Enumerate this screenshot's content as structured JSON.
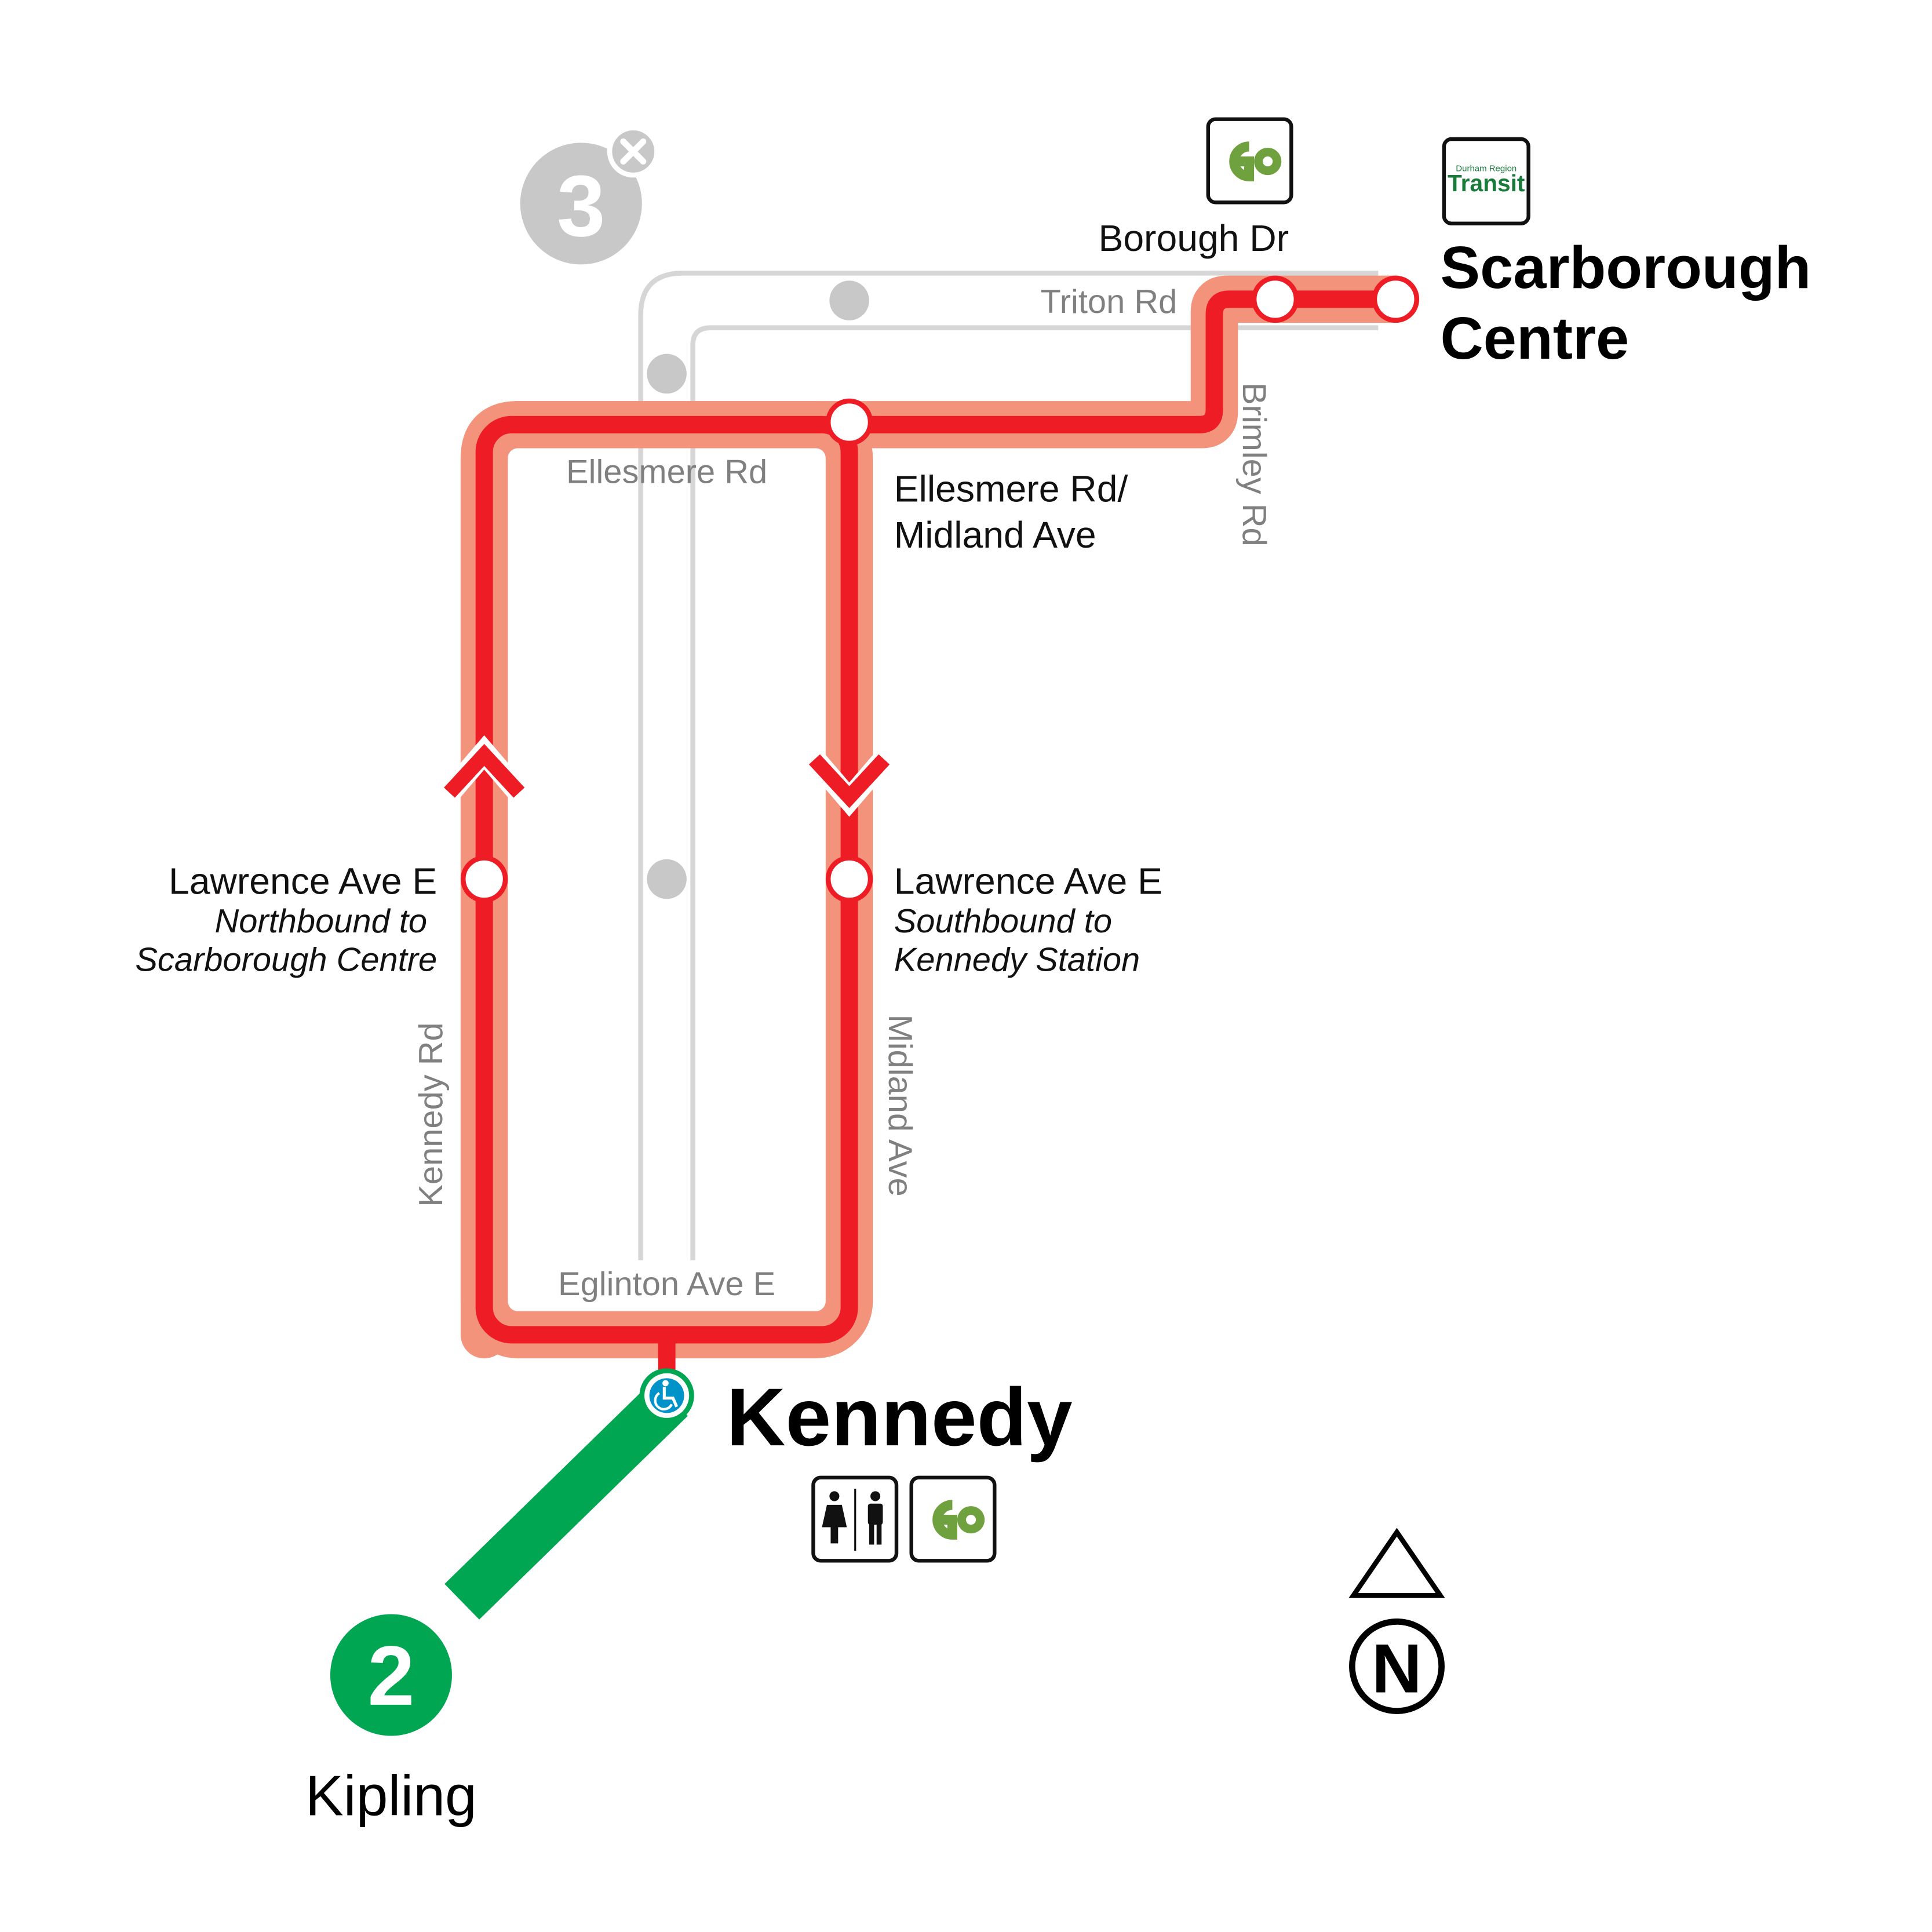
{
  "map": {
    "colors": {
      "shuttle_line": "#ee1c25",
      "shuttle_casing": "#f4937b",
      "line2": "#00a651",
      "closed_line": "#c8c8c8",
      "road": "#d6d6d6",
      "go_green": "#6fa23f"
    },
    "closed_line": {
      "number": "3",
      "status_icon": "closed-x-icon"
    },
    "stations": {
      "scarborough_centre": {
        "name_line1": "Scarborough",
        "name_line2": "Centre"
      },
      "borough_dr": {
        "name": "Borough Dr"
      },
      "ellesmere_midland": {
        "name_line1": "Ellesmere Rd/",
        "name_line2": "Midland Ave"
      },
      "lawrence_nb": {
        "name": "Lawrence Ave E",
        "note_line1": "Northbound to",
        "note_line2": "Scarborough Centre"
      },
      "lawrence_sb": {
        "name": "Lawrence Ave E",
        "note_line1": "Southbound to",
        "note_line2": "Kennedy Station"
      },
      "kennedy": {
        "name": "Kennedy"
      },
      "kipling": {
        "name": "Kipling",
        "line_number": "2"
      }
    },
    "roads": {
      "triton": "Triton Rd",
      "ellesmere": "Ellesmere Rd",
      "brimley": "Brimley Rd",
      "kennedy": "Kennedy Rd",
      "midland": "Midland Ave",
      "eglinton": "Eglinton Ave E"
    },
    "icons": {
      "go_logo_text": "GO",
      "durham_text_small": "Durham Region",
      "durham_text_big": "Transit",
      "accessible": "accessible-icon",
      "washroom": "washroom-icon"
    },
    "compass": {
      "label": "N"
    }
  }
}
